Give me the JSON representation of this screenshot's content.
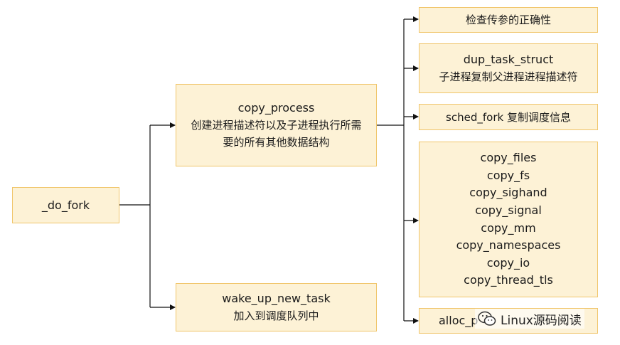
{
  "nodes": {
    "do_fork": "_do_fork",
    "copy_process": {
      "title": "copy_process",
      "desc": [
        "创建进程描述符以及子进程执行所需",
        "要的所有其他数据结构"
      ]
    },
    "wake_up_new_task": {
      "title": "wake_up_new_task",
      "desc": "加入到调度队列中"
    },
    "check_args": "检查传参的正确性",
    "dup_task_struct": {
      "title": "dup_task_struct",
      "desc": "子进程复制父进程进程描述符"
    },
    "sched_fork": "sched_fork 复制调度信息",
    "copy_funcs": [
      "copy_files",
      "copy_fs",
      "copy_sighand",
      "copy_signal",
      "copy_mm",
      "copy_namespaces",
      "copy_io",
      "copy_thread_tls"
    ],
    "alloc_pid": "alloc_p"
  },
  "watermark": "Linux源码阅读",
  "icons": {
    "watermark": "wechat-icon"
  }
}
